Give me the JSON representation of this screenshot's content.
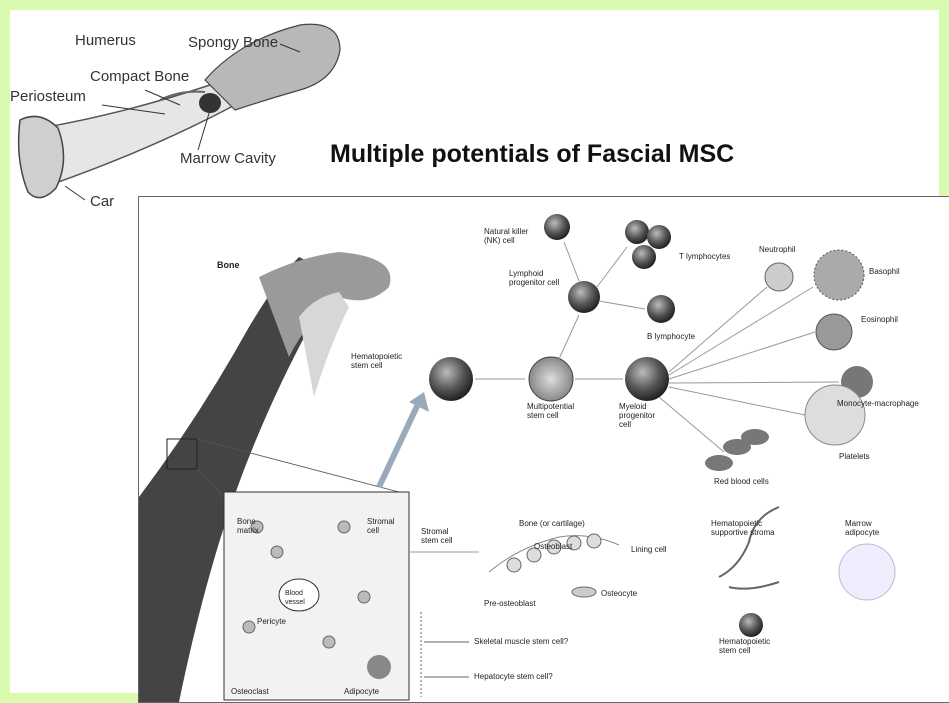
{
  "title": "Multiple potentials of Fascial MSC",
  "top_bone_labels": {
    "humerus": "Humerus",
    "spongy_bone": "Spongy Bone",
    "compact_bone": "Compact Bone",
    "periosteum": "Periosteum",
    "marrow_cavity": "Marrow Cavity",
    "cartilage": "Car"
  },
  "diagram": {
    "bone": "Bone",
    "hematopoietic_stem_cell": "Hematopoietic stem cell",
    "multipotential_stem_cell": "Multipotential stem cell",
    "myeloid_progenitor_cell": "Myeloid progenitor cell",
    "lymphoid_progenitor_cell": "Lymphoid progenitor cell",
    "natural_killer_cell": "Natural killer (NK) cell",
    "t_lymphocytes": "T lymphocytes",
    "b_lymphocyte": "B lymphocyte",
    "neutrophil": "Neutrophil",
    "basophil": "Basophil",
    "eosinophil": "Eosinophil",
    "monocyte_macrophage": "Monocyte-macrophage",
    "platelets": "Platelets",
    "red_blood_cells": "Red blood cells",
    "bone_matrix": "Bone matrix",
    "stromal_cell": "Stromal cell",
    "blood_vessel": "Blood vessel",
    "pericyte": "Pericyte",
    "osteoclast": "Osteoclast",
    "adipocyte": "Adipocyte",
    "stromal_stem_cell": "Stromal stem cell",
    "bone_or_cartilage": "Bone (or cartilage)",
    "osteoblast": "Osteoblast",
    "lining_cell": "Lining cell",
    "osteocyte": "Osteocyte",
    "pre_osteoblast": "Pre-osteoblast",
    "hematopoietic_supportive_stroma": "Hematopoietic supportive stroma",
    "hematopoietic_stem_cell_2": "Hematopoietic stem cell",
    "marrow_adipocyte": "Marrow adipocyte",
    "skeletal_muscle_stem_cell": "Skeletal muscle stem cell?",
    "hepatocyte_stem_cell": "Hepatocyte stem cell?"
  }
}
